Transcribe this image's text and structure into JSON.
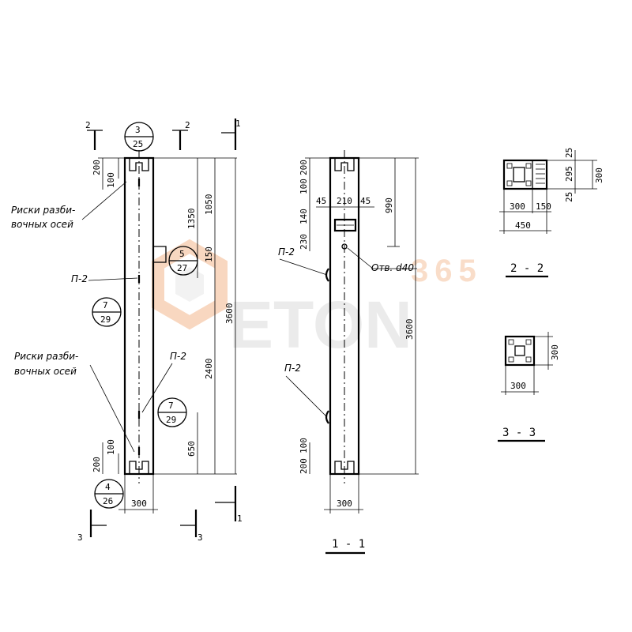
{
  "watermark": {
    "number": "365",
    "brand": "ETON"
  },
  "front": {
    "section_marks": {
      "left": "2",
      "right": "2",
      "top_right": "1",
      "bottom_left": "3",
      "bottom_right": "3",
      "bottom_right_1": "1"
    },
    "bubble_top": {
      "num": "3",
      "den": "25"
    },
    "bubble_mid": {
      "num": "5",
      "den": "27"
    },
    "bubble_left": {
      "num": "7",
      "den": "29"
    },
    "bubble_right": {
      "num": "7",
      "den": "29"
    },
    "bubble_bottom": {
      "num": "4",
      "den": "26"
    },
    "note_top": [
      "Риски разби-",
      "вочных осей"
    ],
    "note_bottom": [
      "Риски разби-",
      "вочных осей"
    ],
    "label_p2_left": "П-2",
    "label_p2_right": "П-2",
    "dims": {
      "top_200": "200",
      "top_100": "100",
      "d1350": "1350",
      "d1050": "1050",
      "d150": "150",
      "d3600": "3600",
      "d2400": "2400",
      "d650": "650",
      "bot_200": "200",
      "bot_100": "100",
      "width": "300"
    }
  },
  "side": {
    "title": "1 - 1",
    "label_p2_top": "П-2",
    "label_p2_bottom": "П-2",
    "hole_label": "Отв. d40",
    "dims": {
      "top_200": "200",
      "top_100": "100",
      "d140": "140",
      "d230": "230",
      "w45a": "45",
      "w210": "210",
      "w45b": "45",
      "d990": "990",
      "d3600": "3600",
      "bot_200": "200",
      "bot_100": "100",
      "width": "300"
    }
  },
  "section22": {
    "title": "2 - 2",
    "dims": {
      "d25a": "25",
      "d295": "295",
      "d25b": "25",
      "h300": "300",
      "w300": "300",
      "w150": "150",
      "w450": "450"
    }
  },
  "section33": {
    "title": "3 - 3",
    "dims": {
      "h300": "300",
      "w300": "300"
    }
  }
}
